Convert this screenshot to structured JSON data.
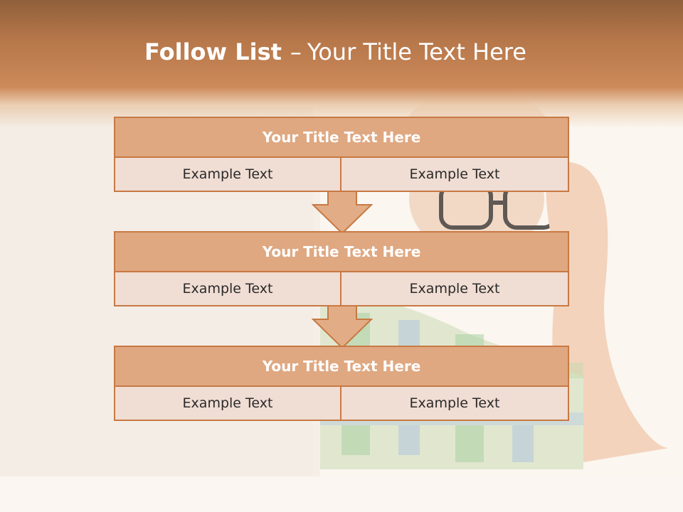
{
  "slide": {
    "title_bold": "Follow List",
    "title_separator": "–",
    "title_rest": "Your Title Text Here"
  },
  "blocks": [
    {
      "title": "Your Title Text Here",
      "left_text": "Example Text",
      "right_text": "Example Text"
    },
    {
      "title": "Your Title Text Here",
      "left_text": "Example Text",
      "right_text": "Example Text"
    },
    {
      "title": "Your Title Text Here",
      "left_text": "Example Text",
      "right_text": "Example Text"
    }
  ],
  "colors": {
    "header_band": "#c0804f",
    "block_title_fill": "#dfa881",
    "block_cell_fill": "#f0ddd3",
    "border": "#c87943",
    "arrow_fill": "#e2ad86"
  },
  "icons": {
    "connector": "down-arrow-icon"
  }
}
